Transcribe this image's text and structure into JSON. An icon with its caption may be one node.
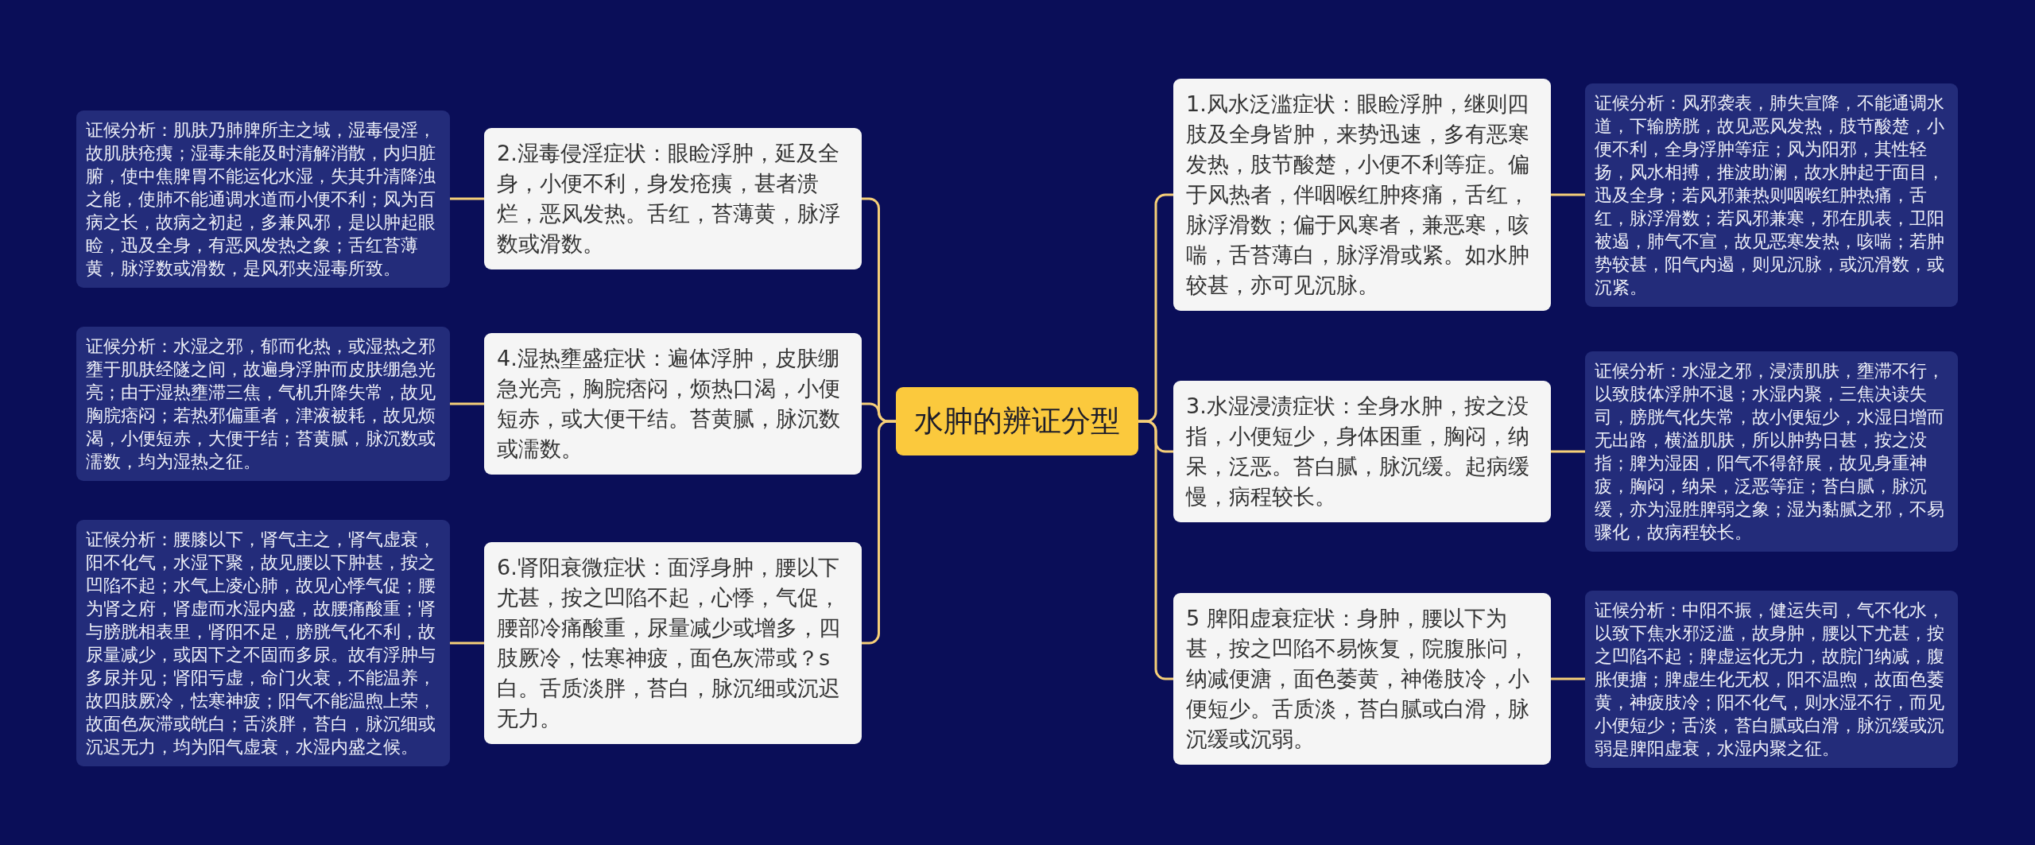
{
  "diagram": {
    "nodes": [
      {
        "text": [
          "水肿的辨证分型"
        ]
      },
      {
        "text": [
          "1.风水泛滥症状：眼睑浮肿，继则四肢及全身皆肿，来势迅速，多有恶寒发热，肢节酸楚，小便不利等症。偏于风热者，伴咽喉红肿疼痛，舌红，脉浮滑数；偏于风寒者，兼恶寒，咳喘，舌苔薄白，脉浮滑或紧。如水肿较甚，亦可见沉脉。"
        ]
      },
      {
        "text": [
          "证候分析：风邪袭表，肺失宣降，不能通调水道，下输膀胱，故见恶风发热，肢节酸楚，小便不利，全身浮肿等症；风为阳邪，其性轻扬，风水相搏，推波助澜，故水肿起于面目，迅及全身；若风邪兼热则咽喉红肿热痛，舌红，脉浮滑数；若风邪兼寒，邪在肌表，卫阳被遏，肺气不宣，故见恶寒发热，咳喘；若肿势较甚，阳气内遏，则见沉脉，或沉滑数，或沉紧。"
        ]
      },
      {
        "text": [
          "2.湿毒侵淫症状：眼睑浮肿，延及全身，小便不利，身发疮痍，甚者溃烂，恶风发热。舌红，苔薄黄，脉浮数或滑数。"
        ]
      },
      {
        "text": [
          "证候分析：肌肤乃肺脾所主之域，湿毒侵淫，故肌肤疮痍；湿毒未能及时清解消散，内归脏腑，使中焦脾胃不能运化水湿，失其升清降浊之能，使肺不能通调水道而小便不利；风为百病之长，故病之初起，多兼风邪，是以肿起眼睑，迅及全身，有恶风发热之象；舌红苔薄黄，脉浮数或滑数，是风邪夹湿毒所致。"
        ]
      },
      {
        "text": [
          "3.水湿浸渍症状：全身水肿，按之没指，小便短少，身体困重，胸闷，纳呆，泛恶。苔白腻，脉沉缓。起病缓慢，病程较长。"
        ]
      },
      {
        "text": [
          "证候分析：水湿之邪，浸渍肌肤，壅滞不行，以致肢体浮肿不退；水湿内聚，三焦决读失司，膀胱气化失常，故小便短少，水湿日增而无出路，横溢肌肤，所以肿势日甚，按之没指；脾为湿困，阳气不得舒展，故见身重神疲，胸闷，纳呆，泛恶等症；苔白腻，脉沉缓，亦为湿胜脾弱之象；湿为黏腻之邪，不易骤化，故病程较长。"
        ]
      },
      {
        "text": [
          "4.湿热壅盛症状：遍体浮肿，皮肤绷急光亮，胸脘痞闷，烦热口渴，小便短赤，或大便干结。苔黄腻，脉沉数或濡数。"
        ]
      },
      {
        "text": [
          "证候分析：水湿之邪，郁而化热，或湿热之邪壅于肌肤经隧之间，故遍身浮肿而皮肤绷急光亮；由于湿热壅滞三焦，气机升降失常，故见胸脘痞闷；若热邪偏重者，津液被耗，故见烦渴，小便短赤，大便于结；苔黄腻，脉沉数或濡数，均为湿热之征。"
        ]
      },
      {
        "text": [
          "5 脾阳虚衰症状：身肿，腰以下为甚，按之凹陷不易恢复，院腹胀问，纳减便溏，面色萎黄，神倦肢冷，小便短少。舌质淡，苔白腻或白滑，脉沉缓或沉弱。"
        ]
      },
      {
        "text": [
          "证候分析：中阳不振，健运失司，气不化水，以致下焦水邪泛滥，故身肿，腰以下尤甚，按之凹陷不起；脾虚运化无力，故脘门纳减，腹胀便搪；脾虚生化无权，阳不温煦，故面色萎黄，神疲肢冷；阳不化气，则水湿不行，而见小便短少；舌淡，苔白腻或白滑，脉沉缓或沉弱是脾阳虚衰，水湿内聚之征。"
        ]
      },
      {
        "text": [
          "6.肾阳衰微症状：面浮身肿，腰以下尤甚，按之凹陷不起，心悸，气促，腰部冷痛酸重，尿量减少或增多，四肢厥冷，怯寒神疲，面色灰滞或？s白。舌质淡胖，苔白，脉沉细或沉迟无力。"
        ]
      },
      {
        "text": [
          "证候分析：腰膝以下，肾气主之，肾气虚衰，阳不化气，水湿下聚，故见腰以下肿甚，按之凹陷不起；水气上凌心肺，故见心悸气促；腰为肾之府，肾虚而水湿内盛，故腰痛酸重；肾与膀胱相表里，肾阳不足，膀胱气化不利，故尿量减少，或因下之不固而多尿。故有浮肿与多尿并见；肾阳亏虚，命门火衰，不能温养，故四肢厥冷，怯寒神疲；阳气不能温煦上荣，故面色灰滞或㿠白；舌淡胖，苔白，脉沉细或沉迟无力，均为阳气虚衰，水湿内盛之候。"
        ]
      }
    ],
    "edges": [
      {
        "from": 0,
        "to": 1,
        "arrow": "none"
      },
      {
        "from": 1,
        "to": 2,
        "arrow": "none"
      },
      {
        "from": 0,
        "to": 3,
        "arrow": "none"
      },
      {
        "from": 3,
        "to": 4,
        "arrow": "none"
      },
      {
        "from": 0,
        "to": 5,
        "arrow": "none"
      },
      {
        "from": 5,
        "to": 6,
        "arrow": "none"
      },
      {
        "from": 0,
        "to": 7,
        "arrow": "none"
      },
      {
        "from": 7,
        "to": 8,
        "arrow": "none"
      },
      {
        "from": 0,
        "to": 9,
        "arrow": "none"
      },
      {
        "from": 9,
        "to": 10,
        "arrow": "none"
      },
      {
        "from": 0,
        "to": 11,
        "arrow": "none"
      },
      {
        "from": 11,
        "to": 12,
        "arrow": "none"
      }
    ]
  }
}
